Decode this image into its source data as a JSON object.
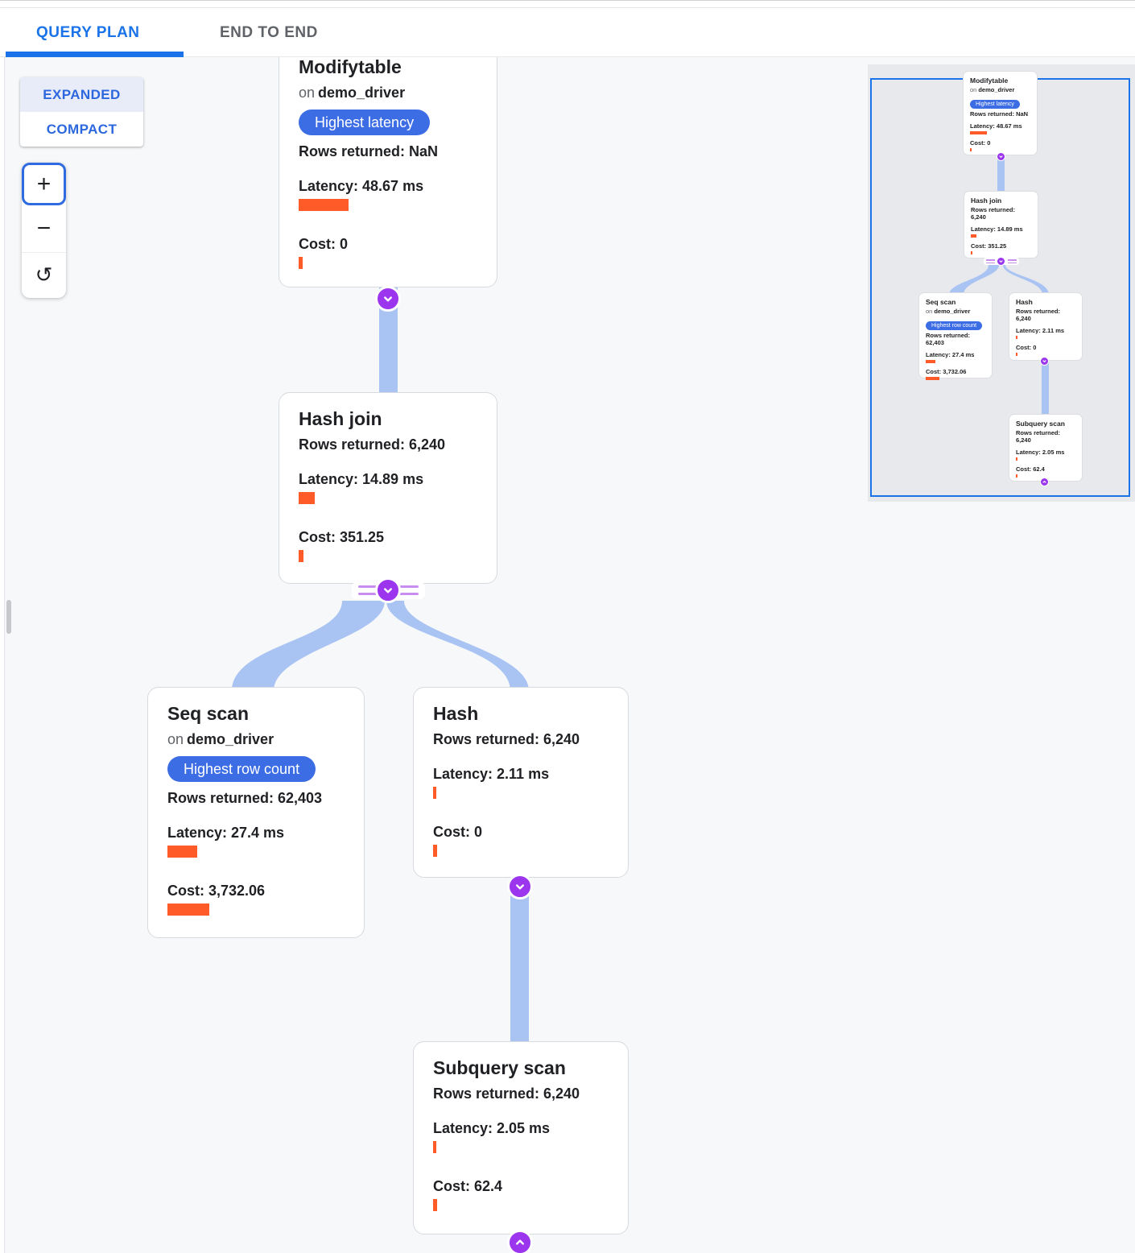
{
  "tabs": [
    {
      "label": "QUERY PLAN"
    },
    {
      "label": "END TO END"
    }
  ],
  "view_toggle": {
    "expanded": "EXPANDED",
    "compact": "COMPACT"
  },
  "zoom_controls": {
    "zoom_in": "+",
    "zoom_out": "−",
    "reset": "↺"
  },
  "nodes": {
    "modifytable": {
      "title": "Modifytable",
      "on_prefix": "on",
      "table": "demo_driver",
      "badge": "Highest latency",
      "rows": "Rows returned: NaN",
      "latency": "Latency: 48.67 ms",
      "cost": "Cost: 0"
    },
    "hash_join": {
      "title": "Hash join",
      "rows": "Rows returned: 6,240",
      "latency": "Latency: 14.89 ms",
      "cost": "Cost: 351.25"
    },
    "seq_scan": {
      "title": "Seq scan",
      "on_prefix": "on",
      "table": "demo_driver",
      "badge": "Highest row count",
      "rows": "Rows returned: 62,403",
      "latency": "Latency: 27.4 ms",
      "cost": "Cost: 3,732.06"
    },
    "hash": {
      "title": "Hash",
      "rows": "Rows returned: 6,240",
      "latency": "Latency: 2.11 ms",
      "cost": "Cost: 0"
    },
    "subquery_scan": {
      "title": "Subquery scan",
      "rows": "Rows returned: 6,240",
      "latency": "Latency: 2.05 ms",
      "cost": "Cost: 62.4"
    }
  },
  "colors": {
    "accent_blue": "#1a73e8",
    "badge_blue": "#3d6de4",
    "bar_orange": "#ff5b29",
    "edge_blue": "#a9c3f3",
    "connector_purple": "#9b35ee",
    "minimap_bg": "#e7e9ed"
  }
}
